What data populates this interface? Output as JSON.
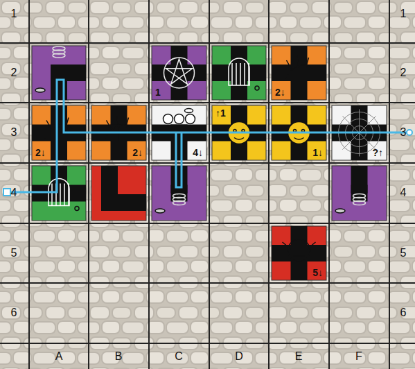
{
  "diagram": {
    "nodes": [
      {
        "text": [
          "1"
        ]
      },
      {
        "text": [
          "2↓"
        ]
      },
      {
        "text": [
          "2↓"
        ]
      },
      {
        "text": [
          "2↓"
        ]
      },
      {
        "text": [
          "4↓"
        ]
      },
      {
        "text": [
          "↑1"
        ]
      },
      {
        "text": [
          "1↓"
        ]
      },
      {
        "text": [
          "?↑"
        ]
      },
      {
        "text": [
          "5↓"
        ]
      }
    ],
    "labels": [
      "1",
      "2",
      "3",
      "4",
      "5",
      "6",
      "1",
      "2",
      "3",
      "4",
      "5",
      "6",
      "A",
      "B",
      "C",
      "D",
      "E",
      "F"
    ]
  }
}
